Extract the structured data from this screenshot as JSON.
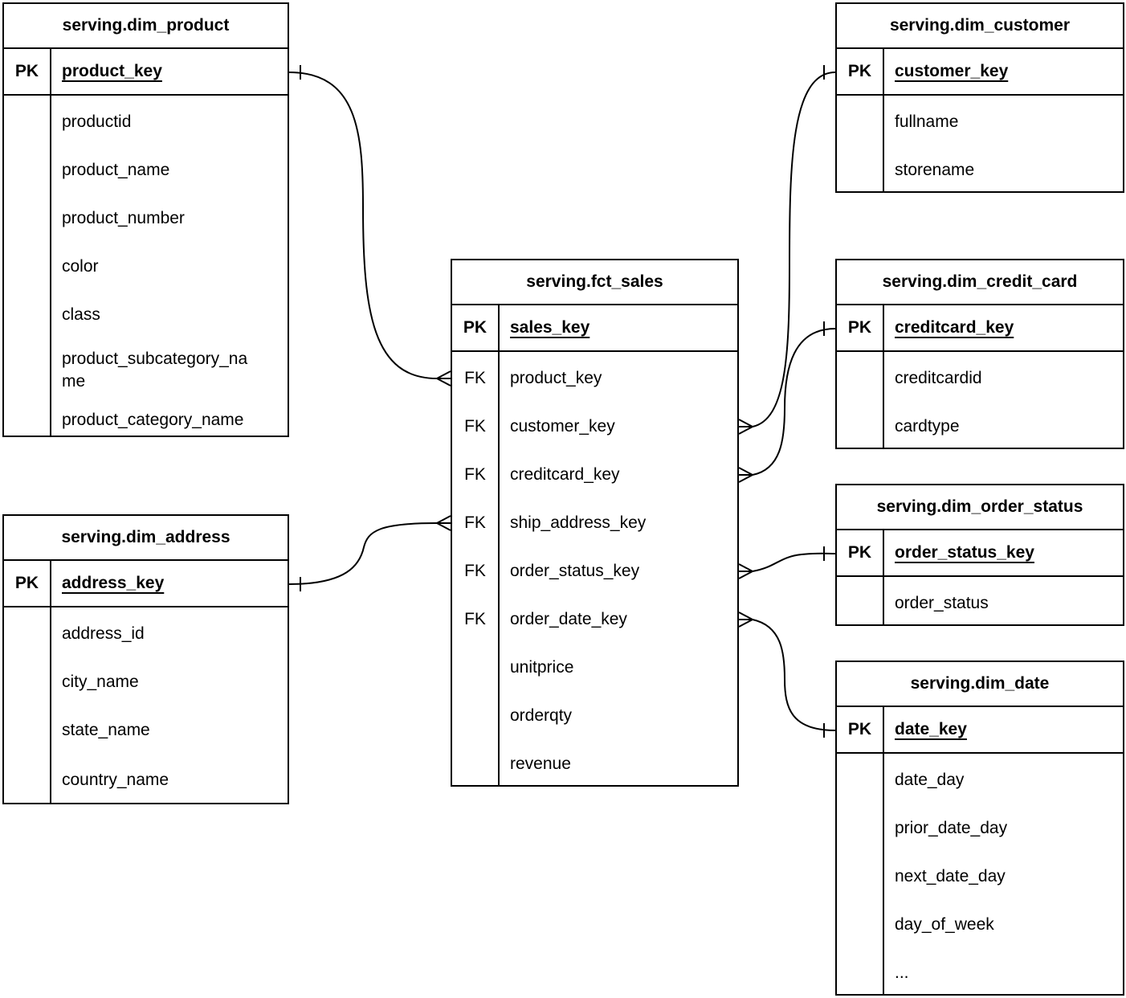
{
  "diagram": {
    "type": "entity-relationship",
    "colors": {
      "background": "#ffffff",
      "line": "#000000",
      "text": "#000000"
    },
    "tables": [
      {
        "id": "dim_product",
        "title": "serving.dim_product",
        "rows": [
          {
            "key": "PK",
            "label": "product_key",
            "is_pk": true
          },
          {
            "key": "",
            "label": "productid"
          },
          {
            "key": "",
            "label": "product_name"
          },
          {
            "key": "",
            "label": "product_number"
          },
          {
            "key": "",
            "label": "color"
          },
          {
            "key": "",
            "label": "class"
          },
          {
            "key": "",
            "label": "product_subcategory_name"
          },
          {
            "key": "",
            "label": "product_category_name"
          }
        ]
      },
      {
        "id": "dim_customer",
        "title": "serving.dim_customer",
        "rows": [
          {
            "key": "PK",
            "label": "customer_key",
            "is_pk": true
          },
          {
            "key": "",
            "label": "fullname"
          },
          {
            "key": "",
            "label": "storename"
          }
        ]
      },
      {
        "id": "fct_sales",
        "title": "serving.fct_sales",
        "rows": [
          {
            "key": "PK",
            "label": "sales_key",
            "is_pk": true
          },
          {
            "key": "FK",
            "label": "product_key"
          },
          {
            "key": "FK",
            "label": "customer_key"
          },
          {
            "key": "FK",
            "label": "creditcard_key"
          },
          {
            "key": "FK",
            "label": "ship_address_key"
          },
          {
            "key": "FK",
            "label": "order_status_key"
          },
          {
            "key": "FK",
            "label": "order_date_key"
          },
          {
            "key": "",
            "label": "unitprice"
          },
          {
            "key": "",
            "label": "orderqty"
          },
          {
            "key": "",
            "label": "revenue"
          }
        ]
      },
      {
        "id": "dim_credit_card",
        "title": "serving.dim_credit_card",
        "rows": [
          {
            "key": "PK",
            "label": "creditcard_key",
            "is_pk": true
          },
          {
            "key": "",
            "label": "creditcardid"
          },
          {
            "key": "",
            "label": "cardtype"
          }
        ]
      },
      {
        "id": "dim_order_status",
        "title": "serving.dim_order_status",
        "rows": [
          {
            "key": "PK",
            "label": "order_status_key",
            "is_pk": true
          },
          {
            "key": "",
            "label": "order_status"
          }
        ]
      },
      {
        "id": "dim_date",
        "title": "serving.dim_date",
        "rows": [
          {
            "key": "PK",
            "label": "date_key",
            "is_pk": true
          },
          {
            "key": "",
            "label": "date_day"
          },
          {
            "key": "",
            "label": "prior_date_day"
          },
          {
            "key": "",
            "label": "next_date_day"
          },
          {
            "key": "",
            "label": "day_of_week"
          },
          {
            "key": "",
            "label": "..."
          }
        ]
      },
      {
        "id": "dim_address",
        "title": "serving.dim_address",
        "rows": [
          {
            "key": "PK",
            "label": "address_key",
            "is_pk": true
          },
          {
            "key": "",
            "label": "address_id"
          },
          {
            "key": "",
            "label": "city_name"
          },
          {
            "key": "",
            "label": "state_name"
          },
          {
            "key": "",
            "label": "country_name"
          }
        ]
      }
    ],
    "relationships": [
      {
        "from_table": "serving.dim_product",
        "from_field": "product_key",
        "from_cardinality": "one",
        "to_table": "serving.fct_sales",
        "to_field": "product_key",
        "to_cardinality": "many"
      },
      {
        "from_table": "serving.dim_address",
        "from_field": "address_key",
        "from_cardinality": "one",
        "to_table": "serving.fct_sales",
        "to_field": "ship_address_key",
        "to_cardinality": "many"
      },
      {
        "from_table": "serving.dim_customer",
        "from_field": "customer_key",
        "from_cardinality": "one",
        "to_table": "serving.fct_sales",
        "to_field": "customer_key",
        "to_cardinality": "many"
      },
      {
        "from_table": "serving.dim_credit_card",
        "from_field": "creditcard_key",
        "from_cardinality": "one",
        "to_table": "serving.fct_sales",
        "to_field": "creditcard_key",
        "to_cardinality": "many"
      },
      {
        "from_table": "serving.dim_order_status",
        "from_field": "order_status_key",
        "from_cardinality": "one",
        "to_table": "serving.fct_sales",
        "to_field": "order_status_key",
        "to_cardinality": "many"
      },
      {
        "from_table": "serving.dim_date",
        "from_field": "date_key",
        "from_cardinality": "one",
        "to_table": "serving.fct_sales",
        "to_field": "order_date_key",
        "to_cardinality": "many"
      }
    ]
  }
}
